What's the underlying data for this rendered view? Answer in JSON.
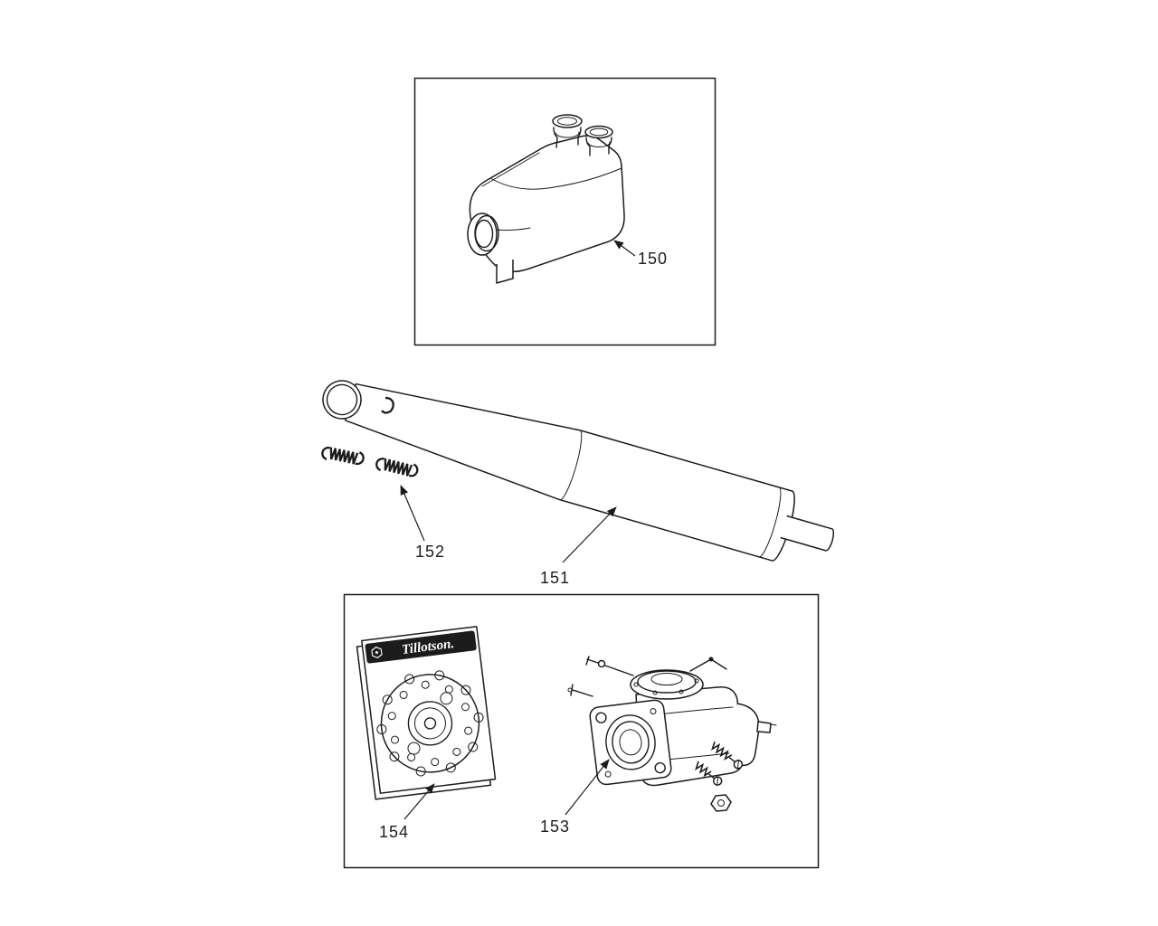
{
  "page": {
    "background_color": "#ffffff",
    "ink_color": "#1c1c1c"
  },
  "callouts": {
    "airbox_muffler": "150",
    "tuned_exhaust_pipe": "151",
    "exhaust_springs": "152",
    "carburetor": "153",
    "gasket_kit": "154"
  },
  "gasket_kit_package": {
    "brand_text": "Tillotson."
  }
}
